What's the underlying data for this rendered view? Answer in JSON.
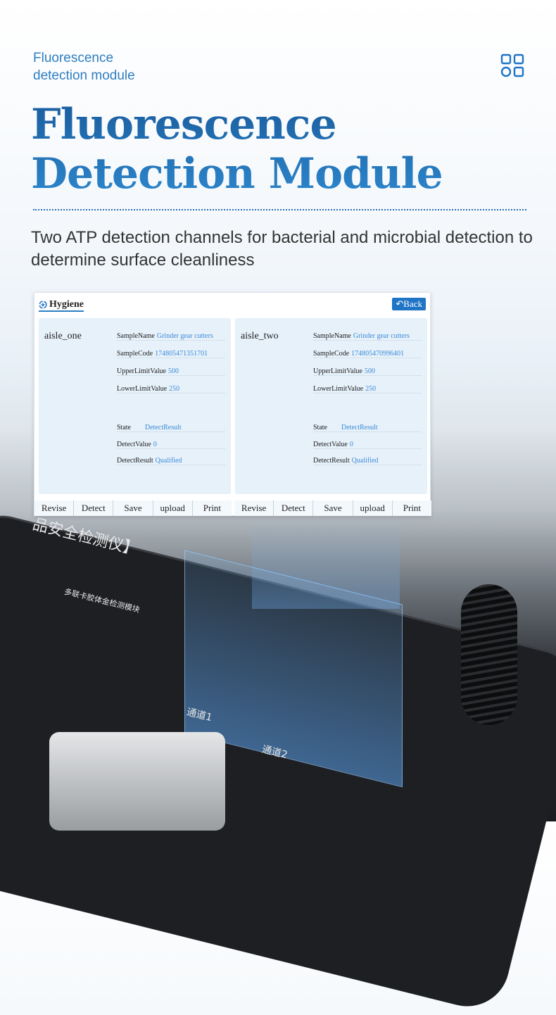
{
  "header": {
    "eyebrow_line1": "Fluorescence",
    "eyebrow_line2": "detection module",
    "title_line1": "Fluorescence",
    "title_line2": "Detection Module",
    "subtitle": "Two ATP detection channels for bacterial and microbial detection to determine surface cleanliness",
    "menu_icon": "grid-apps-icon"
  },
  "app": {
    "title": "Hygiene",
    "back_label": "Back",
    "channels": [
      {
        "name": "aisle_one",
        "fields": [
          {
            "label": "SampleName",
            "value": "Grinder gear cutters"
          },
          {
            "label": "SampleCode",
            "value": "174805471351701"
          },
          {
            "label": "UpperLimitValue",
            "value": "500"
          },
          {
            "label": "LowerLimitValue",
            "value": "250"
          },
          {
            "label": "State",
            "value": "DetectResult"
          },
          {
            "label": "DetectValue",
            "value": "0"
          },
          {
            "label": "DetectResult",
            "value": "Qualified"
          }
        ],
        "actions": [
          "Revise",
          "Detect",
          "Save",
          "upload",
          "Print"
        ]
      },
      {
        "name": "aisle_two",
        "fields": [
          {
            "label": "SampleName",
            "value": "Grinder gear cutters"
          },
          {
            "label": "SampleCode",
            "value": "174805470996401"
          },
          {
            "label": "UpperLimitValue",
            "value": "500"
          },
          {
            "label": "LowerLimitValue",
            "value": "250"
          },
          {
            "label": "State",
            "value": "DetectResult"
          },
          {
            "label": "DetectValue",
            "value": "0"
          },
          {
            "label": "DetectResult",
            "value": "Qualified"
          }
        ],
        "actions": [
          "Revise",
          "Detect",
          "Save",
          "upload",
          "Print"
        ]
      }
    ]
  },
  "device": {
    "label_top": "品安全检测仪】",
    "module_label": "多联卡胶体金检测模块",
    "channel1": "通道1",
    "channel2": "通道2"
  }
}
